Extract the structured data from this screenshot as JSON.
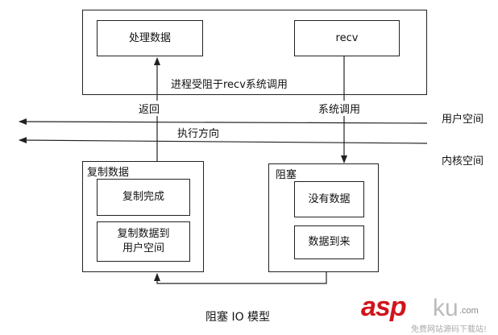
{
  "diagram": {
    "process_box": {
      "left_inner": "处理数据",
      "right_inner": "recv",
      "caption": "进程受阻于recv系统调用"
    },
    "return_label": "返回",
    "syscall_label": "系统调用",
    "user_space": "用户空间",
    "direction_label": "执行方向",
    "kernel_space": "内核空间",
    "copy_box": {
      "title": "复制数据",
      "items": [
        "复制完成",
        "复制数据到\n用户空间"
      ]
    },
    "block_box": {
      "title": "阻塞",
      "items": [
        "没有数据",
        "数据到来"
      ]
    },
    "caption": "阻塞 IO 模型"
  },
  "watermark": {
    "brand_a": "asp",
    "brand_b": "ku",
    "brand_c": ".com",
    "tagline": "免费网站源码下载站!"
  }
}
